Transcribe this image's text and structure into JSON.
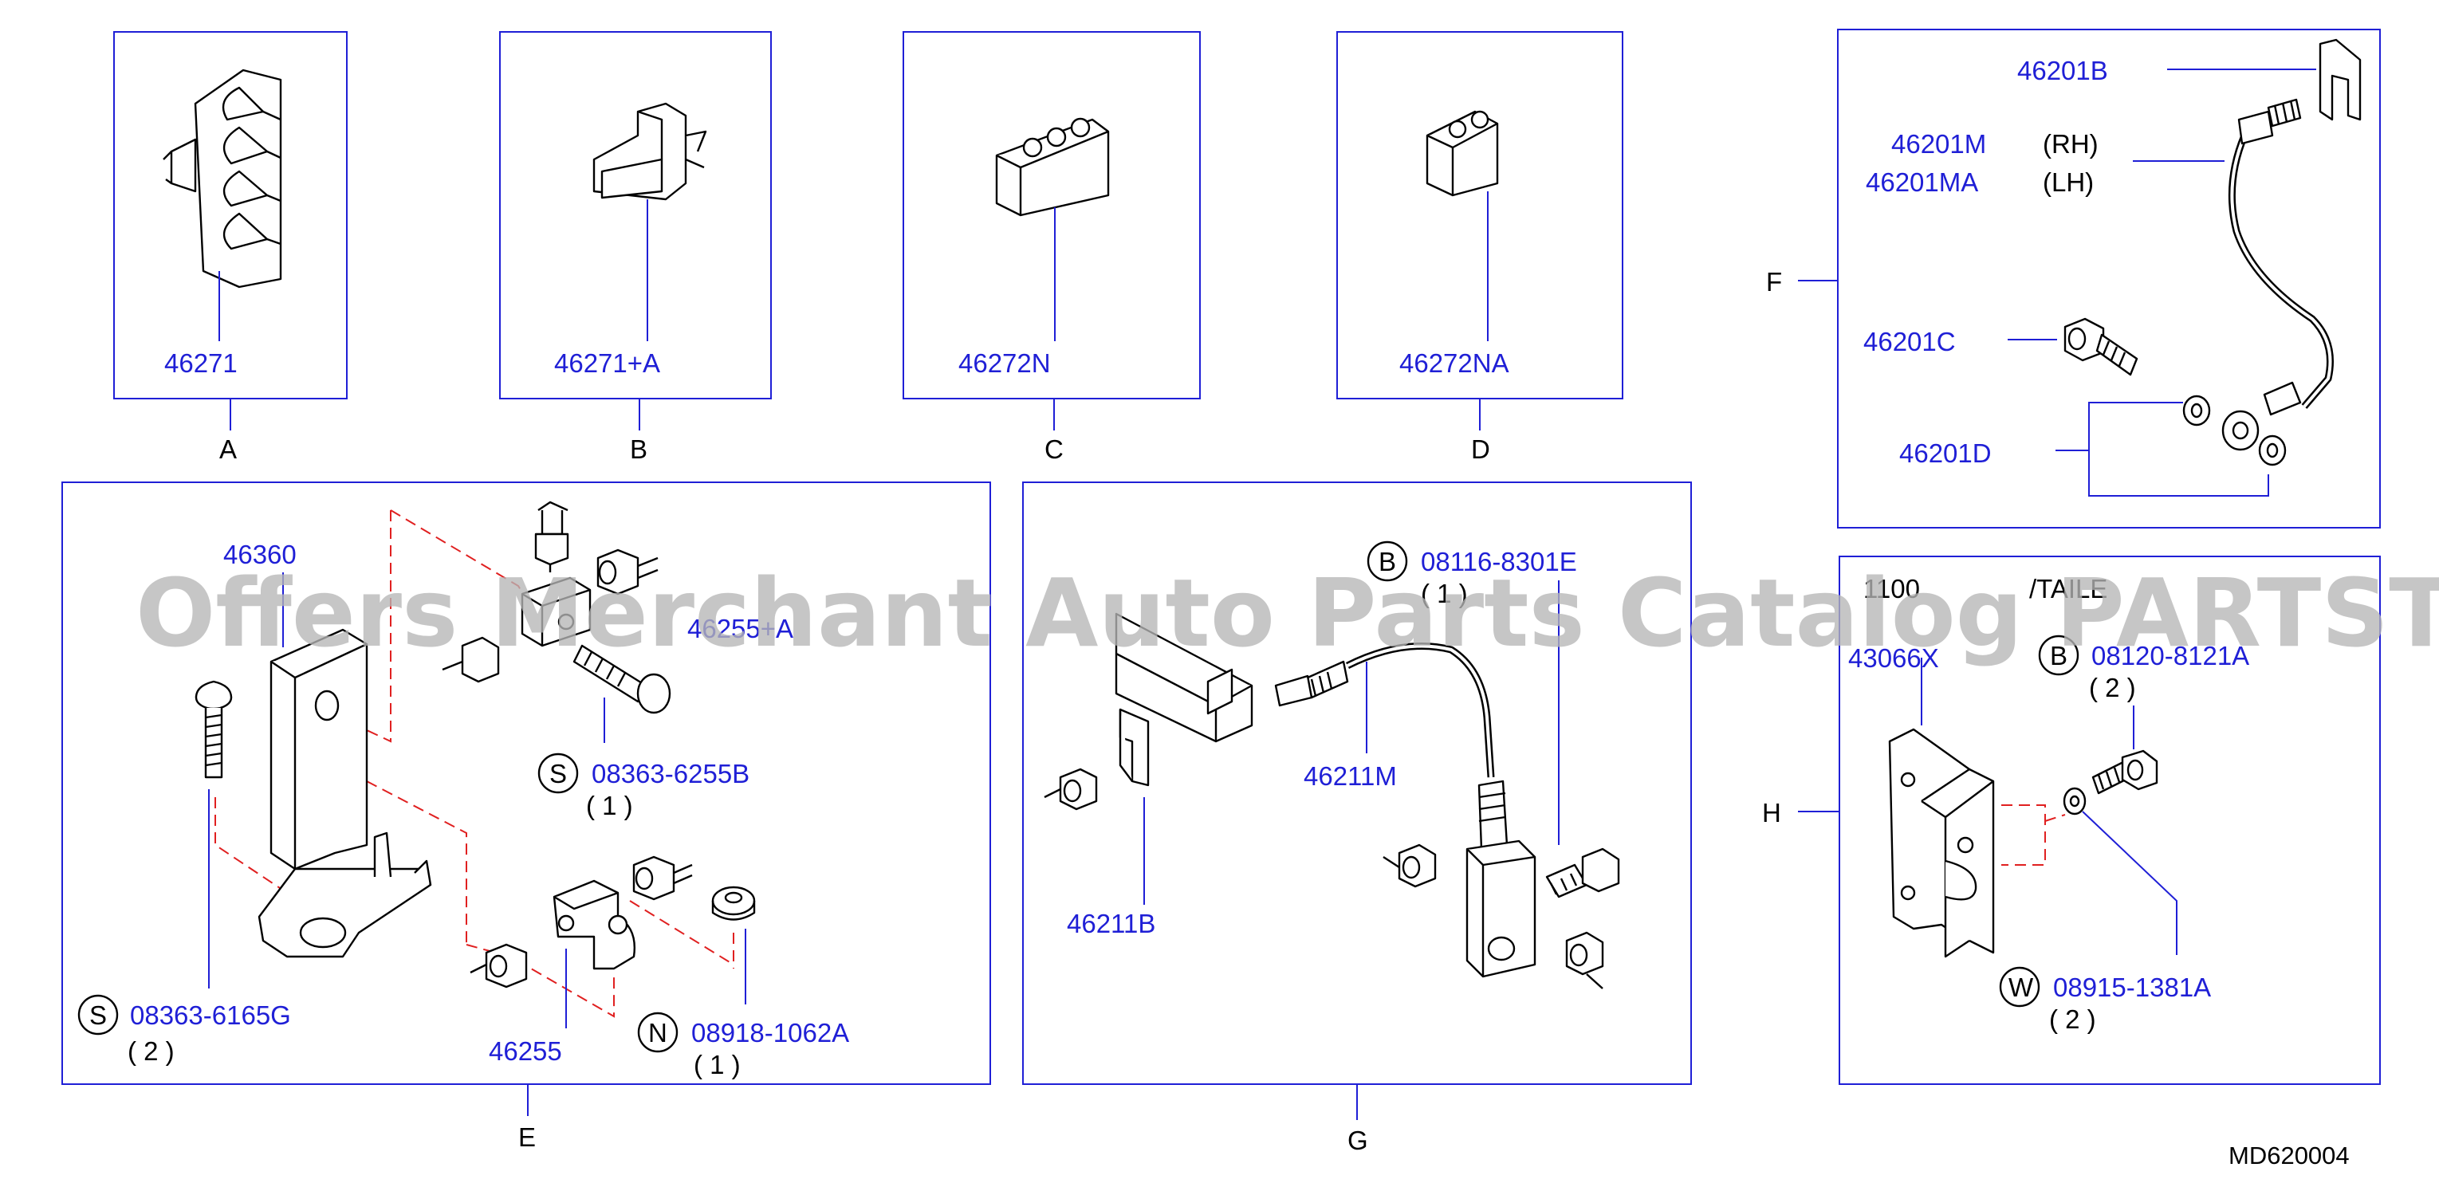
{
  "panels": {
    "A": {
      "section": "A",
      "part": "46271"
    },
    "B": {
      "section": "B",
      "part": "46271+A"
    },
    "C": {
      "section": "C",
      "part": "46272N"
    },
    "D": {
      "section": "D",
      "part": "46272NA"
    },
    "E": {
      "section": "E",
      "bracket": "46360",
      "bolt_partial": "46255+A",
      "bolt_a": {
        "marker": "S",
        "part": "08363-6255B",
        "qty": "( 1 )"
      },
      "bolt_b": {
        "marker": "S",
        "part": "08363-6165G",
        "qty": "( 2 )"
      },
      "clamp": "46255",
      "washer": {
        "marker": "N",
        "part": "08918-1062A",
        "qty": "( 1 )"
      }
    },
    "F": {
      "section": "F",
      "clip": "46201B",
      "tube_rh": "46201M",
      "tube_rh_side": "(RH)",
      "tube_lh": "46201MA",
      "tube_lh_side": "(LH)",
      "bolt": "46201C",
      "washer": "46201D"
    },
    "G": {
      "section": "G",
      "bolt": {
        "marker": "B",
        "part": "08116-8301E",
        "qty": "( 1 )"
      },
      "hose": "46211M",
      "clip": "46211B"
    },
    "H": {
      "section": "H",
      "header_partial_left": "1100",
      "header_partial_right": "/TAILE",
      "bracket": "43066X",
      "bolt": {
        "marker": "B",
        "part": "08120-8121A",
        "qty": "( 2 )"
      },
      "washer": {
        "marker": "W",
        "part": "08915-1381A",
        "qty": "( 2 )"
      }
    }
  },
  "diagram_code": "MD620004",
  "watermark": "Offers Merchant Auto Parts Catalog PARTSTORE.SA",
  "colors": {
    "label": "#1f1fd6",
    "frame": "#1f1fd6",
    "assembly_line": "#e02020",
    "ink": "#000000"
  }
}
